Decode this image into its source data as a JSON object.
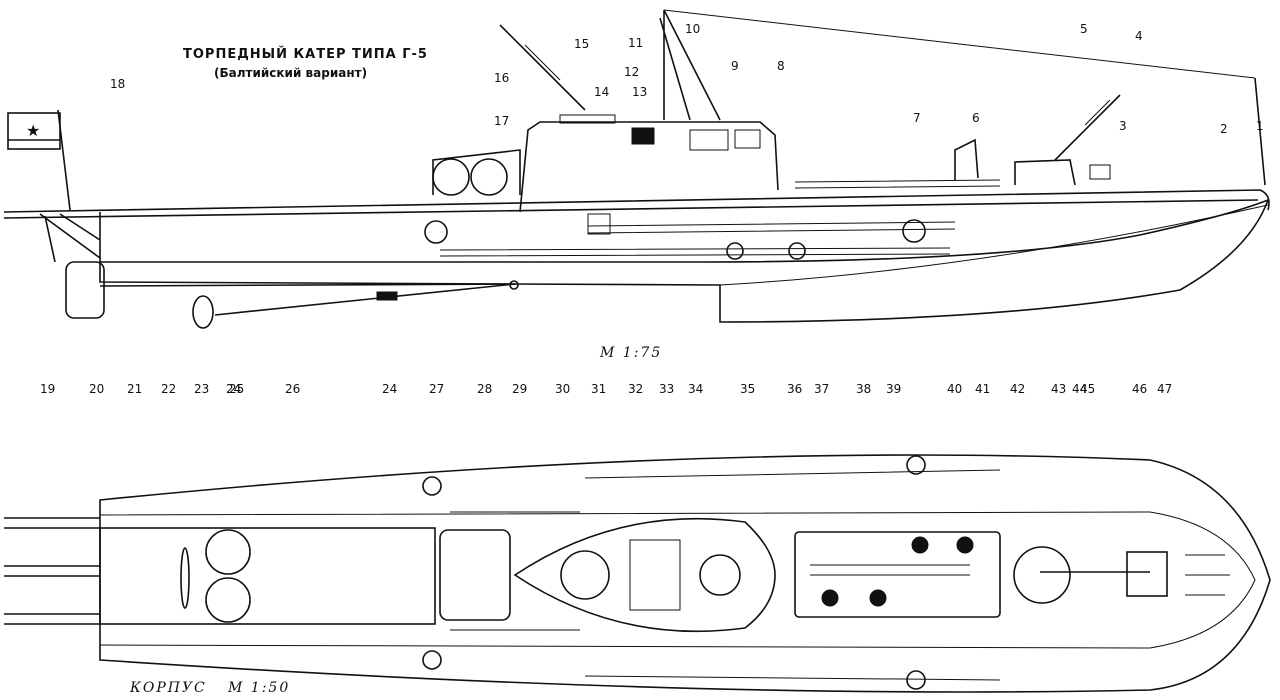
{
  "title": "ТОРПЕДНЫЙ КАТЕР ТИПА Г-5",
  "subtitle": "(Балтийский вариант)",
  "scale_side": "М 1:75",
  "scale_plan_label": "КОРПУС",
  "scale_plan": "М 1:50",
  "callouts_top": [
    "1",
    "2",
    "3",
    "4",
    "5",
    "6",
    "7",
    "8",
    "9",
    "10",
    "11",
    "12",
    "13",
    "14",
    "15",
    "16",
    "17",
    "18",
    "19",
    "20",
    "23",
    "24",
    "26",
    "24"
  ],
  "callouts_bottom": [
    "21",
    "22",
    "25",
    "27",
    "28",
    "29",
    "30",
    "31",
    "32",
    "33",
    "34",
    "35",
    "36",
    "37",
    "38",
    "39",
    "40",
    "41",
    "42",
    "43",
    "44",
    "45",
    "46",
    "47"
  ]
}
